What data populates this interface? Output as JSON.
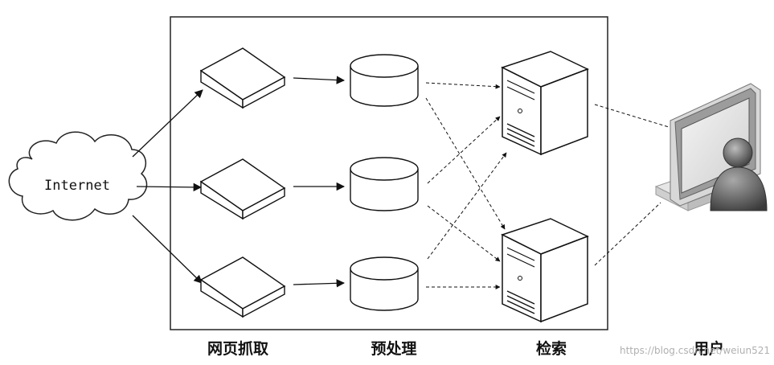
{
  "cloud": {
    "label": "Internet"
  },
  "stages": {
    "crawl": "网页抓取",
    "preprocess": "预处理",
    "index": "检索",
    "user": "用户"
  },
  "watermark": "https://blog.csdn.net/weiun521"
}
